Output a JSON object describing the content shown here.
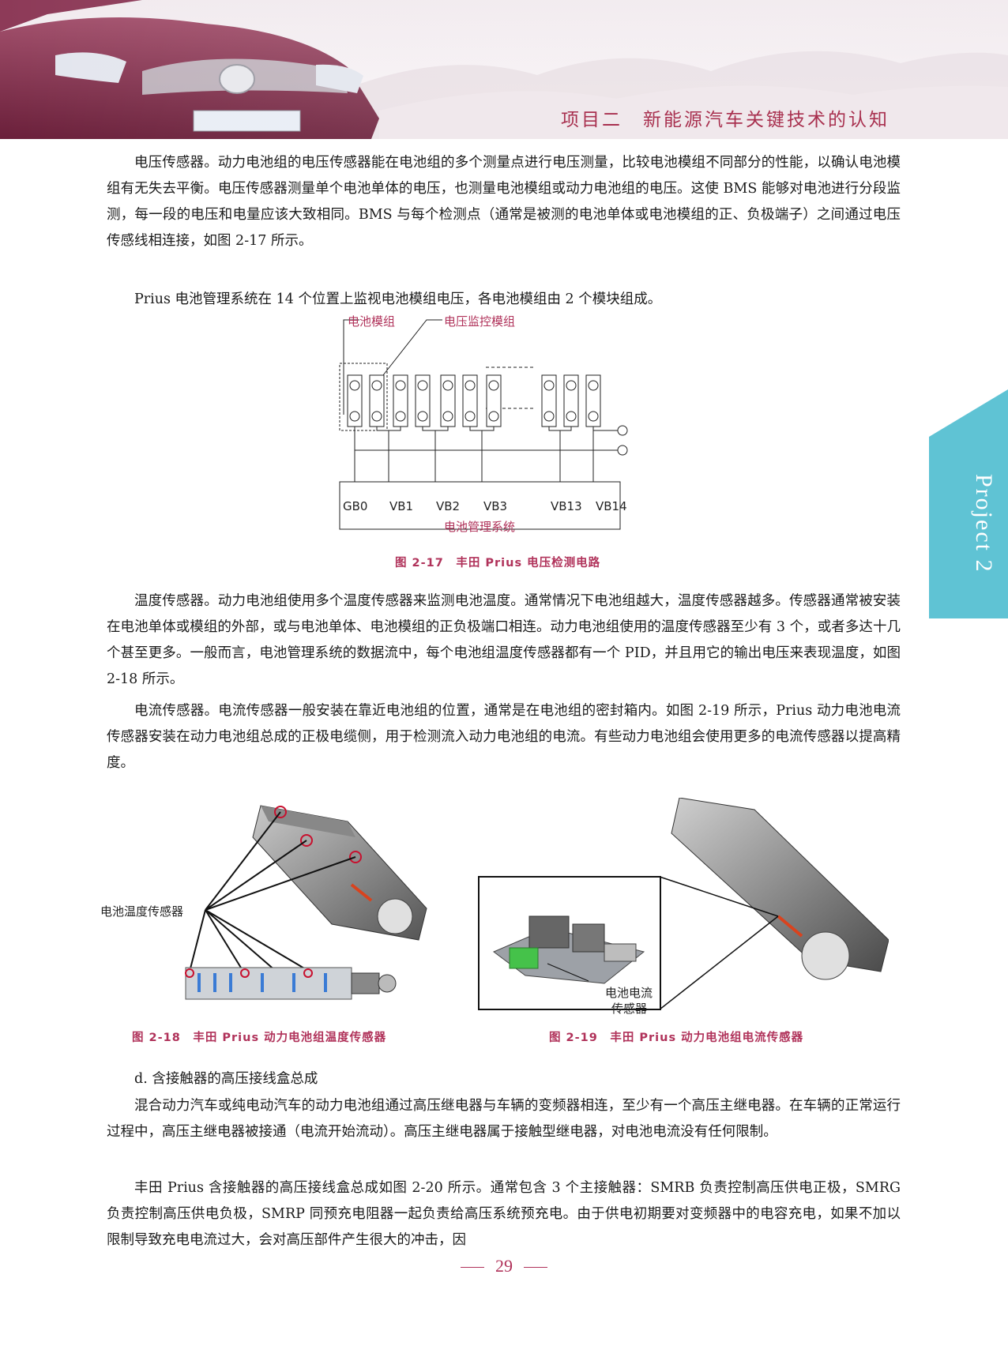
{
  "header": {
    "title": "项目二　新能源汽车关键技术的认知"
  },
  "side_tab": {
    "label": "Project 2",
    "color": "#5fc3d4"
  },
  "paragraphs": {
    "p1": "电压传感器。动力电池组的电压传感器能在电池组的多个测量点进行电压测量，比较电池模组不同部分的性能，以确认电池模组有无失去平衡。电压传感器测量单个电池单体的电压，也测量电池模组或动力电池组的电压。这使 BMS 能够对电池进行分段监测，每一段的电压和电量应该大致相同。BMS 与每个检测点（通常是被测的电池单体或电池模组的正、负极端子）之间通过电压传感线相连接，如图 2-17 所示。",
    "p2": "Prius 电池管理系统在 14 个位置上监视电池模组电压，各电池模组由 2 个模块组成。",
    "p3": "温度传感器。动力电池组使用多个温度传感器来监测电池温度。通常情况下电池组越大，温度传感器越多。传感器通常被安装在电池单体或模组的外部，或与电池单体、电池模组的正负极端口相连。动力电池组使用的温度传感器至少有 3 个，或者多达十几个甚至更多。一般而言，电池管理系统的数据流中，每个电池组温度传感器都有一个 PID，并且用它的输出电压来表现温度，如图 2-18 所示。",
    "p4": "电流传感器。电流传感器一般安装在靠近电池组的位置，通常是在电池组的密封箱内。如图 2-19 所示，Prius 动力电池电流传感器安装在动力电池组总成的正极电缆侧，用于检测流入动力电池组的电流。有些动力电池组会使用更多的电流传感器以提高精度。",
    "p5": "d. 含接触器的高压接线盒总成",
    "p6": "混合动力汽车或纯电动汽车的动力电池组通过高压继电器与车辆的变频器相连，至少有一个高压主继电器。在车辆的正常运行过程中，高压主继电器被接通（电流开始流动）。高压主继电器属于接触型继电器，对电池电流没有任何限制。",
    "p7": "丰田 Prius 含接触器的高压接线盒总成如图 2-20 所示。通常包含 3 个主接触器：SMRB 负责控制高压供电正极，SMRG 负责控制高压供电负极，SMRP 同预充电阻器一起负责给高压系统预充电。由于供电初期要对变频器中的电容充电，如果不加以限制导致充电电流过大，会对高压部件产生很大的冲击，因"
  },
  "figure_2_17": {
    "label_module": "电池模组",
    "label_monitor": "电压监控模组",
    "terminals": [
      "GB0",
      "VB1",
      "VB2",
      "VB3",
      "VB13",
      "VB14"
    ],
    "bms_label": "电池管理系统",
    "caption": "图 2-17　丰田 Prius 电压检测电路"
  },
  "figure_2_18": {
    "label": "电池温度传感器",
    "caption": "图 2-18　丰田 Prius 动力电池组温度传感器"
  },
  "figure_2_19": {
    "label_line1": "电池电流",
    "label_line2": "传感器",
    "caption": "图 2-19　丰田 Prius 动力电池组电流传感器"
  },
  "page_number": "29",
  "colors": {
    "accent": "#b0325a",
    "tab": "#5fc3d4",
    "car": "#7a2a44"
  }
}
